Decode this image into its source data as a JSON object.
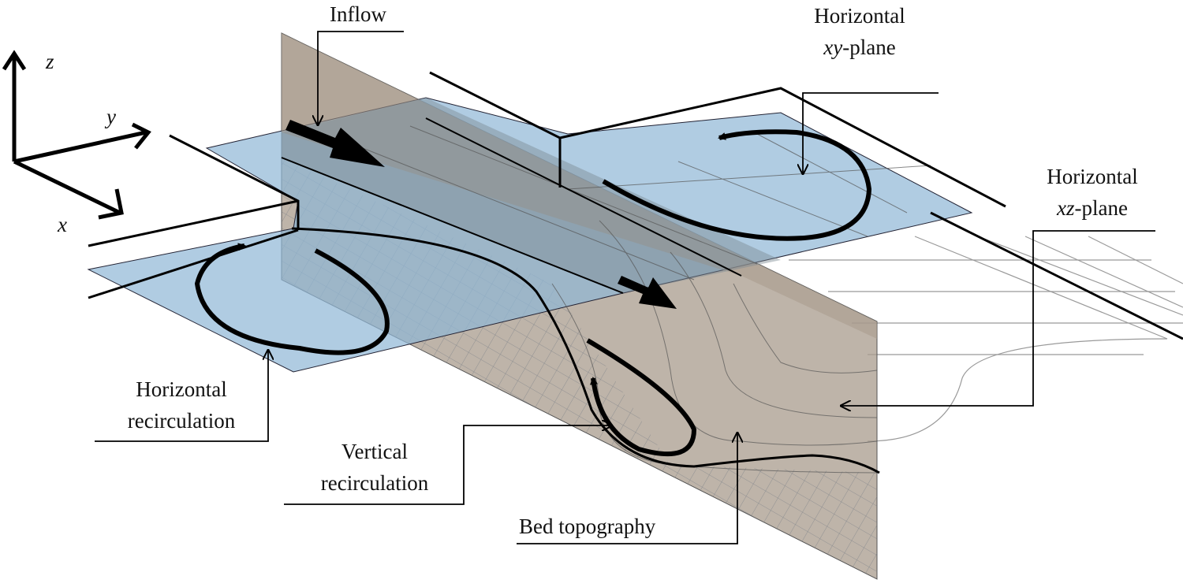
{
  "axes": {
    "x": "x",
    "y": "y",
    "z": "z"
  },
  "labels": {
    "inflow": "Inflow",
    "xy_plane_line1": "Horizontal",
    "xy_plane_italic": "xy",
    "xy_plane_suffix": "-plane",
    "xz_plane_line1": "Horizontal",
    "xz_plane_italic": "xz",
    "xz_plane_suffix": "-plane",
    "h_recirc_line1": "Horizontal",
    "h_recirc_line2": "recirculation",
    "v_recirc_line1": "Vertical",
    "v_recirc_line2": "recirculation",
    "bed": "Bed topography"
  },
  "colors": {
    "horizontal_plane": "#8fb6d6",
    "vertical_plane": "#a89b8c",
    "ink": "#000000"
  }
}
